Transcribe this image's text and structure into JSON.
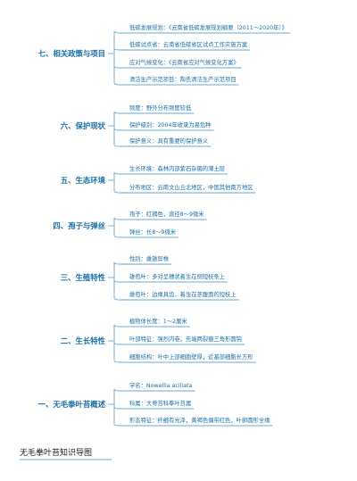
{
  "title": "无毛拳叶苔知识导图",
  "branches": [
    {
      "label": "七、相关政策与项目",
      "items": [
        "低碳发展规划：《云南省低碳发展规划纲要（2011～2020年）》",
        "低碳试点省：云南省低碳省区试点工作实施方案",
        "应对气候变化：《云南省应对气候变化方案》",
        "清洁生产示范项目：陶氏清洁生产示范项目"
      ]
    },
    {
      "label": "六、保护现状",
      "items": [
        "频度：野外分布频度较低",
        "保护级别：2004年收录为易危种",
        "保护意义：具有重要的保护意义"
      ]
    },
    {
      "label": "五、生态环境",
      "items": [
        "生长环境：森林内部紫石杂菌的薄土层",
        "分布地区：云南文山丘北地区，中国其他南方地区"
      ]
    },
    {
      "label": "四、孢子与弹丝",
      "items": [
        "孢子：红褐色，直径8～9微米",
        "弹丝：长8～9微米"
      ]
    },
    {
      "label": "三、生殖特性",
      "items": [
        "性别：雌雄异株",
        "雄苞叶：多对呈穗状着生在侧短枝条上",
        "雌苞叶：边缘具齿，着生在茎腹面的短枝上"
      ]
    },
    {
      "label": "二、生长特性",
      "items": [
        "植物体长度：1～2厘米",
        "叶部特征：强烈内卷，先端两裂瓣三角形圆钝",
        "细胞结构：叶中上部细胞壁厚，近基部细胞长方形"
      ]
    },
    {
      "label": "一、无毛拳叶苔概述",
      "items": [
        "学名：Nowellia aciliata",
        "科属：大萼苔科拳叶苔属",
        "形态特征：纤细有光泽，黄褐色偶带红色，叶卵圆形全缘"
      ]
    }
  ],
  "colors": {
    "accent": "#1a6fa8",
    "line": "#6aa8d6",
    "title": "#222222"
  }
}
